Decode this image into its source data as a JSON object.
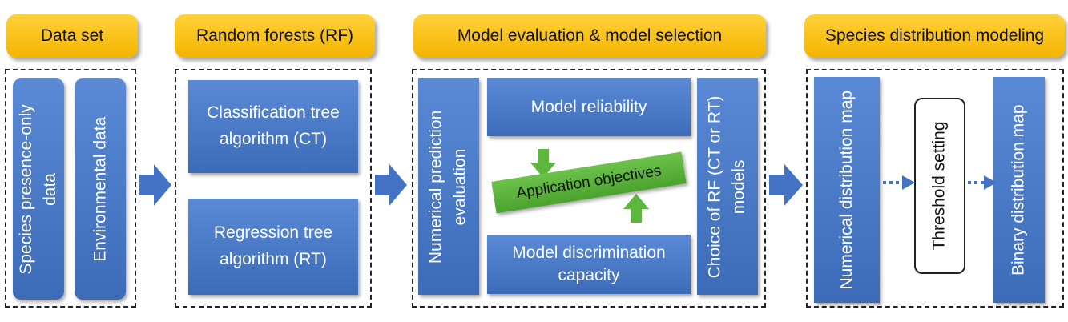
{
  "headers": {
    "data_set": "Data set",
    "random_forests": "Random forests (RF)",
    "model_eval": "Model evaluation & model selection",
    "sdm": "Species distribution modeling"
  },
  "data_set": {
    "species": "Species presence-only\ndata",
    "environmental": "Environmental data"
  },
  "rf": {
    "ct": "Classification tree\nalgorithm (CT)",
    "rt": "Regression tree\nalgorithm (RT)"
  },
  "model_eval": {
    "numerical": "Numerical prediction\nevaluation",
    "reliability": "Model reliability",
    "discrimination": "Model discrimination\ncapacity",
    "application": "Application objectives",
    "choice": "Choice of RF (CT or RT)\nmodels"
  },
  "sdm": {
    "numerical_map": "Numerical distribution map",
    "threshold": "Threshold setting",
    "binary_map": "Binary distribution map"
  },
  "colors": {
    "header": "#f4b400",
    "box": "#4472c4",
    "green": "#5cb83c"
  }
}
